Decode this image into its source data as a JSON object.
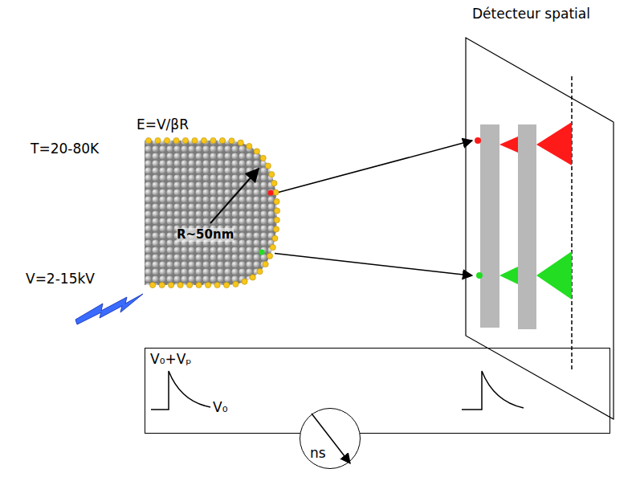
{
  "diagram": {
    "nodes": [
      {
        "text": [
          "Détecteur spatial"
        ]
      },
      {
        "text": [
          "R~50nm"
        ]
      },
      {
        "text": [
          "V₀+Vₚ",
          "V₀"
        ]
      },
      {
        "text": [
          "ns"
        ],
        "in": 2
      }
    ],
    "edges": [
      {
        "from": 1,
        "to": 0,
        "arrow": "to"
      },
      {
        "from": 1,
        "to": 0,
        "arrow": "to"
      }
    ],
    "labels": [
      "E=V/βR",
      "T=20-80K",
      "V=2-15kV"
    ]
  }
}
